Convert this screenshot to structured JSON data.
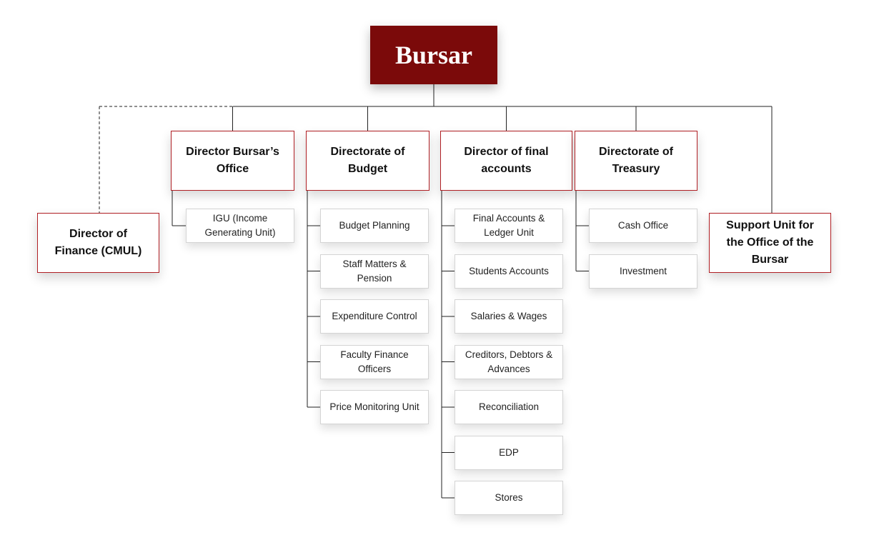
{
  "root": {
    "label": "Bursar",
    "color": "#7b0a0a"
  },
  "accent_color": "#b01f24",
  "departments": [
    {
      "key": "director-bursars-office",
      "label": "Director Bursar’s Office",
      "units": [
        "IGU (Income Generating Unit)"
      ]
    },
    {
      "key": "directorate-of-budget",
      "label": "Directorate of Budget",
      "units": [
        "Budget Planning",
        "Staff Matters & Pension",
        "Expenditure Control",
        "Faculty Finance Officers",
        "Price Monitoring Unit"
      ]
    },
    {
      "key": "director-of-final-accounts",
      "label": "Director of final accounts",
      "units": [
        "Final Accounts & Ledger Unit",
        "Students Accounts",
        "Salaries & Wages",
        "Creditors, Debtors & Advances",
        "Reconciliation",
        "EDP",
        "Stores"
      ]
    },
    {
      "key": "directorate-of-treasury",
      "label": "Directorate of Treasury",
      "units": [
        "Cash Office",
        "Investment"
      ]
    }
  ],
  "side_units": {
    "left": {
      "label": "Director of Finance (CMUL)",
      "link": "dashed"
    },
    "right": {
      "label": "Support Unit for the Office of the Bursar",
      "link": "solid"
    }
  }
}
